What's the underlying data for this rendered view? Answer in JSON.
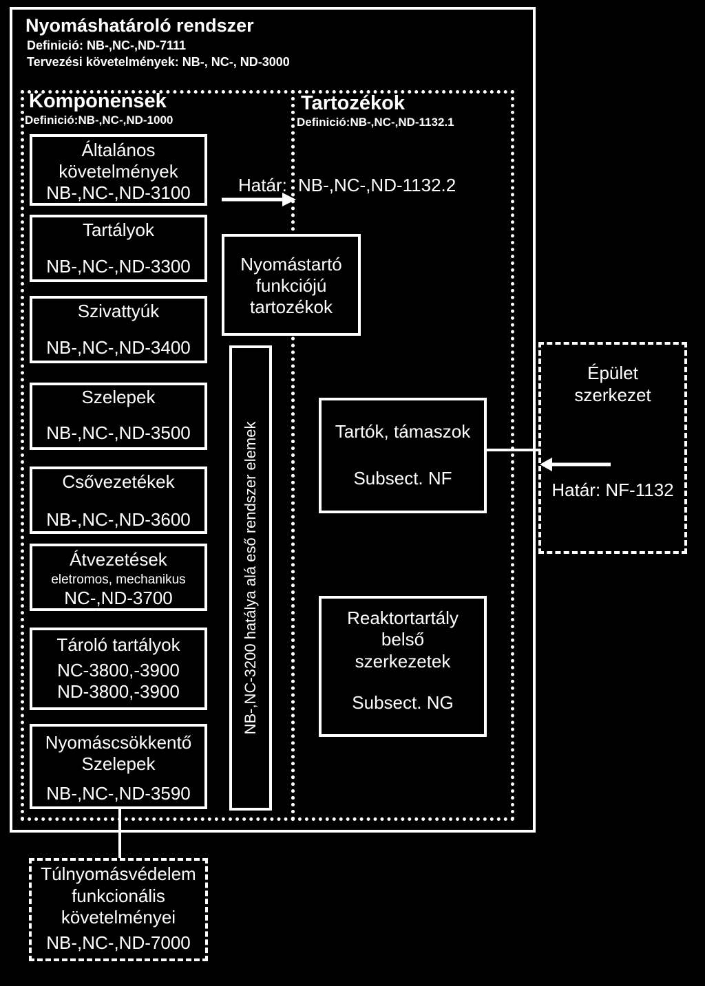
{
  "system": {
    "title": "Nyomáshatároló rendszer",
    "definition": "Definició: NB-,NC-,ND-7111",
    "design_req": "Tervezési követelmények: NB-, NC-, ND-3000"
  },
  "components": {
    "title": "Komponensek",
    "definition": "Definició:NB-,NC-,ND-1000",
    "items": [
      {
        "lines": [
          "Általános",
          "követelmények",
          "NB-,NC-,ND-3100"
        ]
      },
      {
        "lines": [
          "Tartályok",
          "NB-,NC-,ND-3300"
        ]
      },
      {
        "lines": [
          "Szivattyúk",
          "NB-,NC-,ND-3400"
        ]
      },
      {
        "lines": [
          "Szelepek",
          "NB-,NC-,ND-3500"
        ]
      },
      {
        "lines": [
          "Csővezetékek",
          "NB-,NC-,ND-3600"
        ]
      },
      {
        "lines": [
          "Átvezetések",
          "eletromos, mechanikus",
          "NC-,ND-3700"
        ]
      },
      {
        "lines": [
          "Tároló tartályok",
          "NC-3800,-3900",
          "ND-3800,-3900"
        ]
      },
      {
        "lines": [
          "Nyomáscsökkentő",
          "Szelepek",
          "NB-,NC-,ND-3590"
        ]
      }
    ]
  },
  "accessories": {
    "title": "Tartozékok",
    "definition": "Definició:NB-,NC-,ND-1132.1",
    "boundary_label": "Határ:",
    "boundary_code": "NB-,NC-,ND-1132.2",
    "pressure_box": [
      "Nyomástartó",
      "funkciójú",
      "tartozékok"
    ],
    "supports_box": [
      "Tartók, támaszok",
      "Subsect. NF"
    ],
    "internals_box": [
      "Reaktortartály",
      "belső",
      "szerkezetek",
      "Subsect. NG"
    ]
  },
  "vertical_label": "NB-,NC-3200  hatálya alá eső  rendszer elemek",
  "building": {
    "lines": [
      "Épület",
      "szerkezet"
    ],
    "boundary": "Határ: NF-1132"
  },
  "overpressure": {
    "lines": [
      "Túlnyomásvédelem",
      "funkcionális",
      "követelményei",
      "NB-,NC-,ND-7000"
    ]
  }
}
